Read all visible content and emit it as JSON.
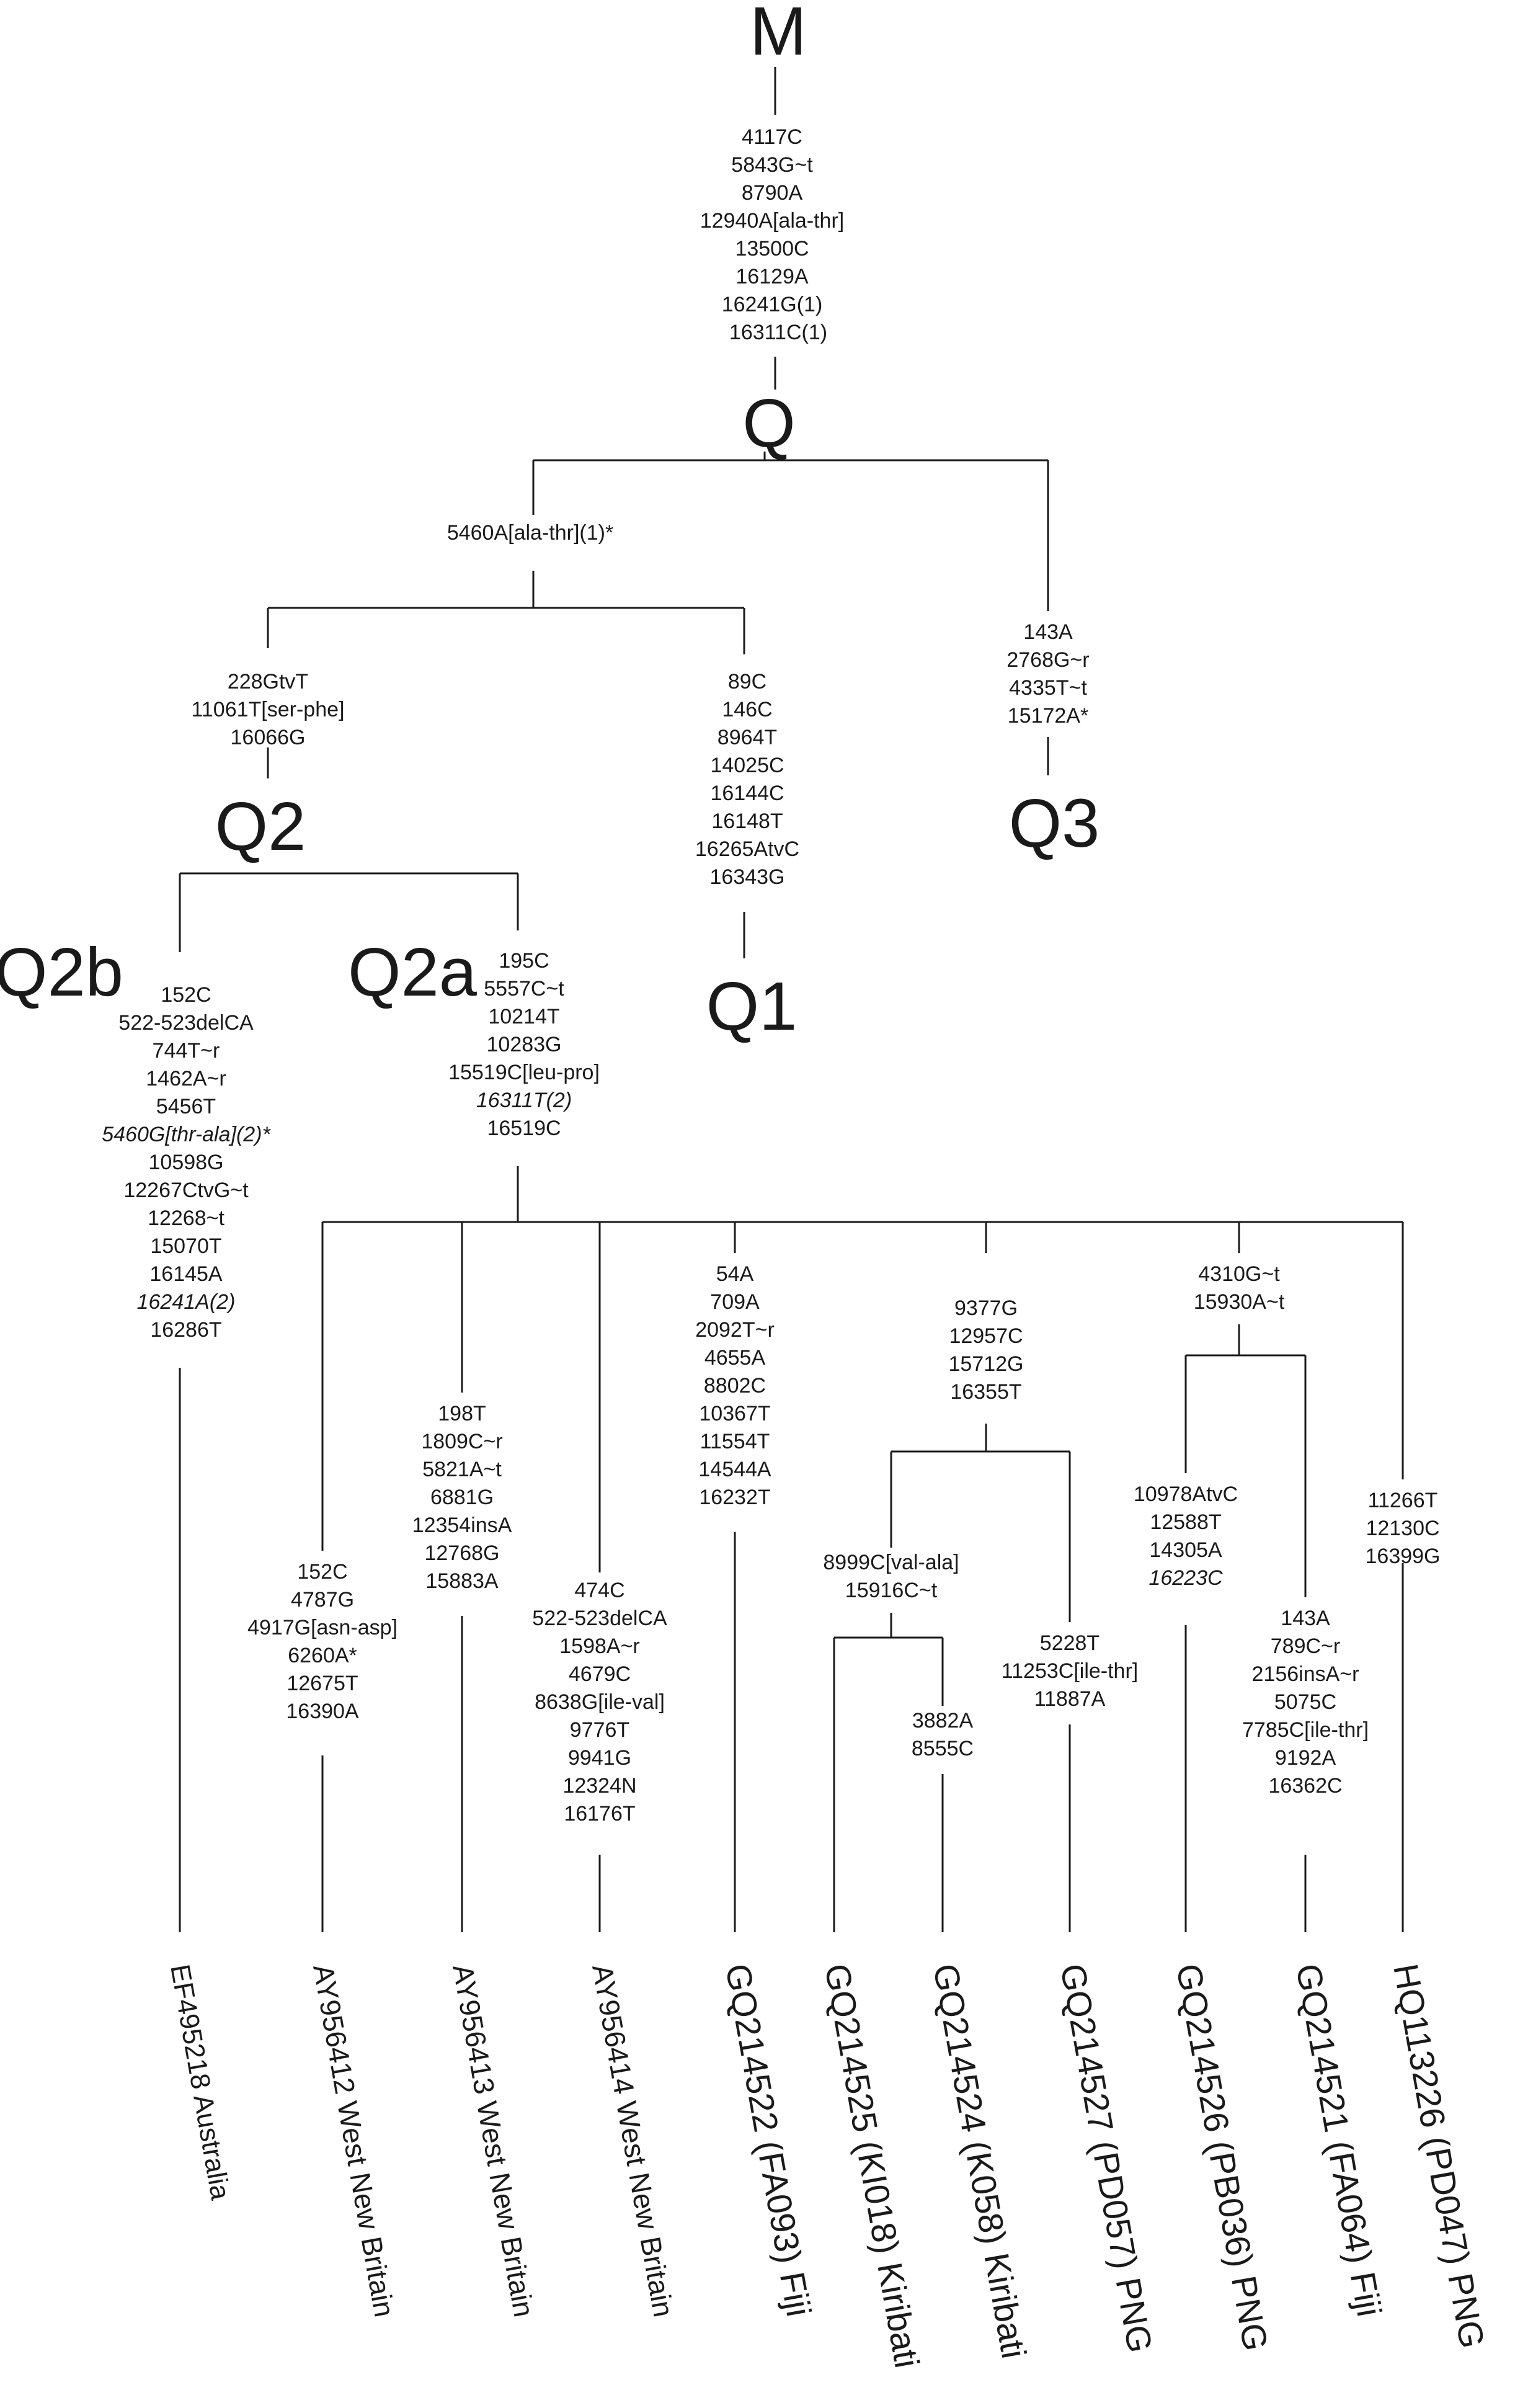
{
  "haplogroups": {
    "M": "M",
    "Q": "Q",
    "Q1": "Q1",
    "Q2": "Q2",
    "Q2a": "Q2a",
    "Q2b": "Q2b",
    "Q3": "Q3"
  },
  "mutations": {
    "M_to_Q": [
      "4117C",
      "5843G~t",
      "8790A",
      "12940A[ala-thr]",
      "13500C",
      "16129A",
      "16241G(1)",
      "16311C(1)"
    ],
    "Q_to_Q1Q2": [
      "5460A[ala-thr](1)*"
    ],
    "Q2": [
      "228GtvT",
      "11061T[ser-phe]",
      "16066G"
    ],
    "Q1": [
      "89C",
      "146C",
      "8964T",
      "14025C",
      "16144C",
      "16148T",
      "16265AtvC",
      "16343G"
    ],
    "Q3": [
      "143A",
      "2768G~r",
      "4335T~t",
      "15172A*"
    ],
    "Q2a": [
      "195C",
      "5557C~t",
      "10214T",
      "10283G",
      "15519C[leu-pro]",
      "16311T(2)",
      "16519C"
    ],
    "Q2b": [
      "152C",
      "522-523delCA",
      "744T~r",
      "1462A~r",
      "5456T",
      "5460G[thr-ala](2)*",
      "10598G",
      "12267CtvG~t",
      "12268~t",
      "15070T",
      "16145A",
      "16241A(2)",
      "16286T"
    ],
    "AY956412": [
      "152C",
      "4787G",
      "4917G[asn-asp]",
      "6260A*",
      "12675T",
      "16390A"
    ],
    "AY956413": [
      "198T",
      "1809C~r",
      "5821A~t",
      "6881G",
      "12354insA",
      "12768G",
      "15883A"
    ],
    "AY956414": [
      "474C",
      "522-523delCA",
      "1598A~r",
      "4679C",
      "8638G[ile-val]",
      "9776T",
      "9941G",
      "12324N",
      "16176T"
    ],
    "GQ214522": [
      "54A",
      "709A",
      "2092T~r",
      "4655A",
      "8802C",
      "10367T",
      "11554T",
      "14544A",
      "16232T"
    ],
    "Kiribati_PD057": [
      "9377G",
      "12957C",
      "15712G",
      "16355T"
    ],
    "Kiribati_pair": [
      "8999C[val-ala]",
      "15916C~t"
    ],
    "GQ214524": [
      "3882A",
      "8555C"
    ],
    "GQ214527": [
      "5228T",
      "11253C[ile-thr]",
      "11887A"
    ],
    "PB036_FA064": [
      "4310G~t",
      "15930A~t"
    ],
    "GQ214526": [
      "10978AtvC",
      "12588T",
      "14305A",
      "16223C"
    ],
    "GQ214521": [
      "143A",
      "789C~r",
      "2156insA~r",
      "5075C",
      "7785C[ile-thr]",
      "9192A",
      "16362C"
    ],
    "HQ113226": [
      "11266T",
      "12130C",
      "16399G"
    ]
  },
  "leaves": [
    {
      "id": "EF495218",
      "label": "EF495218 Australia"
    },
    {
      "id": "AY956412",
      "label": "AY956412 West New Britain"
    },
    {
      "id": "AY956413",
      "label": "AY956413 West New Britain"
    },
    {
      "id": "AY956414",
      "label": "AY956414 West New Britain"
    },
    {
      "id": "GQ214522",
      "label": "GQ214522 (FA093) Fiji"
    },
    {
      "id": "GQ214525",
      "label": "GQ214525 (KI018) Kiribati"
    },
    {
      "id": "GQ214524",
      "label": "GQ214524 (K058) Kiribati"
    },
    {
      "id": "GQ214527",
      "label": "GQ214527 (PD057) PNG"
    },
    {
      "id": "GQ214526",
      "label": "GQ214526 (PB036) PNG"
    },
    {
      "id": "GQ214521",
      "label": "GQ214521 (FA064) Fiji"
    },
    {
      "id": "HQ113226",
      "label": "HQ113226 (PD047) PNG"
    }
  ]
}
